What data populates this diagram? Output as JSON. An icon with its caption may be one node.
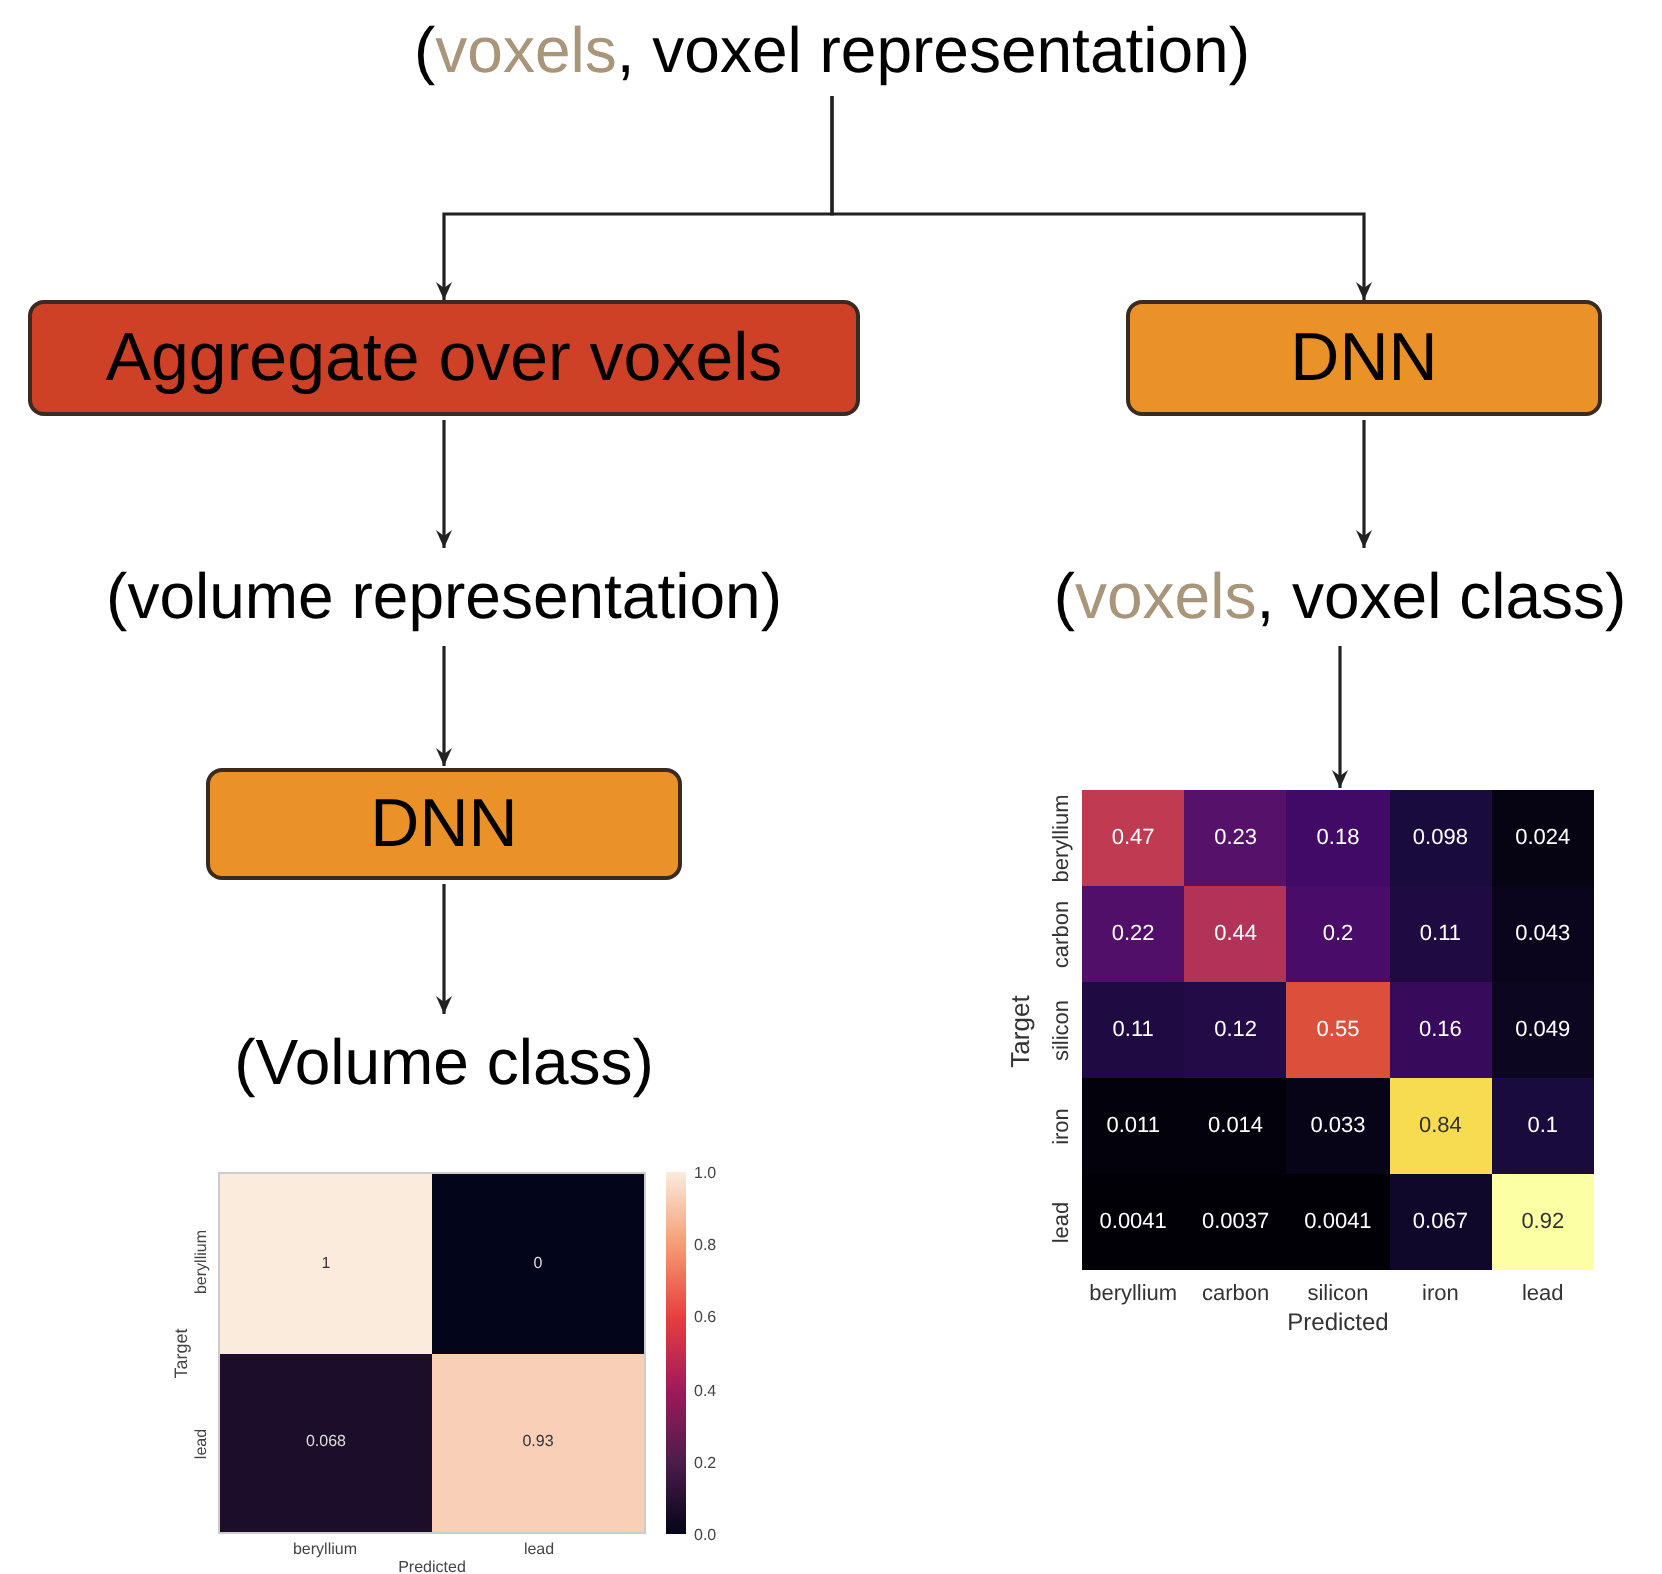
{
  "diagram": {
    "nodes": [
      {
        "text": [
          "(*voxels*, voxel representation)"
        ]
      },
      {
        "text": [
          "Aggregate over voxels"
        ]
      },
      {
        "text": [
          "DNN"
        ]
      },
      {
        "text": [
          "(volume representation)"
        ]
      },
      {
        "text": [
          "(*voxels*, voxel class)"
        ]
      },
      {
        "text": [
          "DNN"
        ]
      },
      {
        "text": [],
        "shape": "box"
      },
      {
        "text": [
          "(Volume class)"
        ]
      }
    ],
    "edges": [
      {
        "from": 0,
        "to": 1,
        "arrow": "to"
      },
      {
        "from": 0,
        "to": 2,
        "arrow": "to"
      },
      {
        "from": 1,
        "to": 3,
        "arrow": "to"
      },
      {
        "from": 3,
        "to": 5,
        "arrow": "to"
      },
      {
        "from": 5,
        "to": 7,
        "arrow": "to"
      },
      {
        "from": 2,
        "to": 4,
        "arrow": "to"
      },
      {
        "from": 4,
        "to": 6,
        "arrow": "to"
      }
    ],
    "labels": [
      "beryllium",
      "carbon",
      "silicon",
      "iron",
      "lead",
      "Target",
      "0.47",
      "0.23",
      "0.18",
      "0.098",
      "0.024",
      "0.22",
      "0.44",
      "0.2",
      "0.11",
      "0.043",
      "0.11",
      "0.12",
      "0.55",
      "0.16",
      "0.049",
      "0.011",
      "0.014",
      "0.033",
      "0.84",
      "0.1",
      "0.0041",
      "0.0037",
      "0.0041",
      "0.067",
      "0.92",
      "beryllium",
      "carbon",
      "silicon",
      "iron",
      "lead",
      "Predicted",
      "beryllium",
      "lead",
      "Target",
      "1",
      "0",
      "0.068",
      "0.93",
      "beryllium",
      "lead",
      "Predicted",
      "1.0",
      "0.8",
      "0.6",
      "0.4",
      "0.2",
      "0.0"
    ]
  }
}
